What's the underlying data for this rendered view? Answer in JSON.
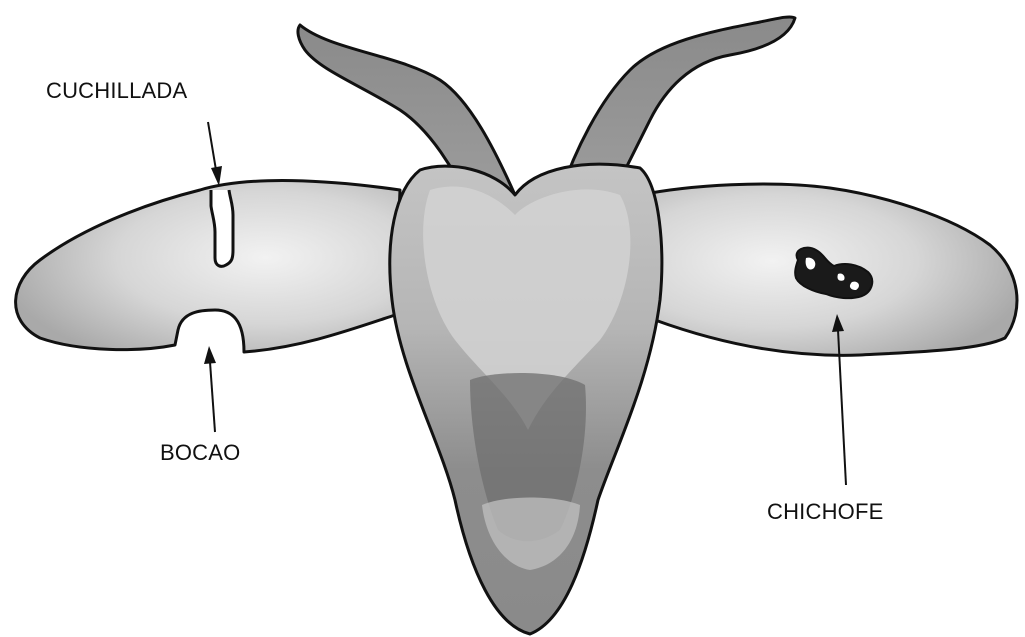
{
  "labels": {
    "cut": "CUCHILLADA",
    "notch": "BOCAO",
    "mark": "CHICHOFE"
  },
  "colors": {
    "outline": "#111111",
    "head_fill": "#9a9a9a",
    "horn_fill": "#8f8f8f",
    "ear_fill": "#c9c9c9",
    "ear_light": "#eeeeee",
    "head_light": "#cdcdcd",
    "muzzle_dark": "#6f6f6f",
    "mark_fill": "#1a1a1a"
  },
  "icons": {
    "arrow": "arrow-pointer-icon"
  }
}
